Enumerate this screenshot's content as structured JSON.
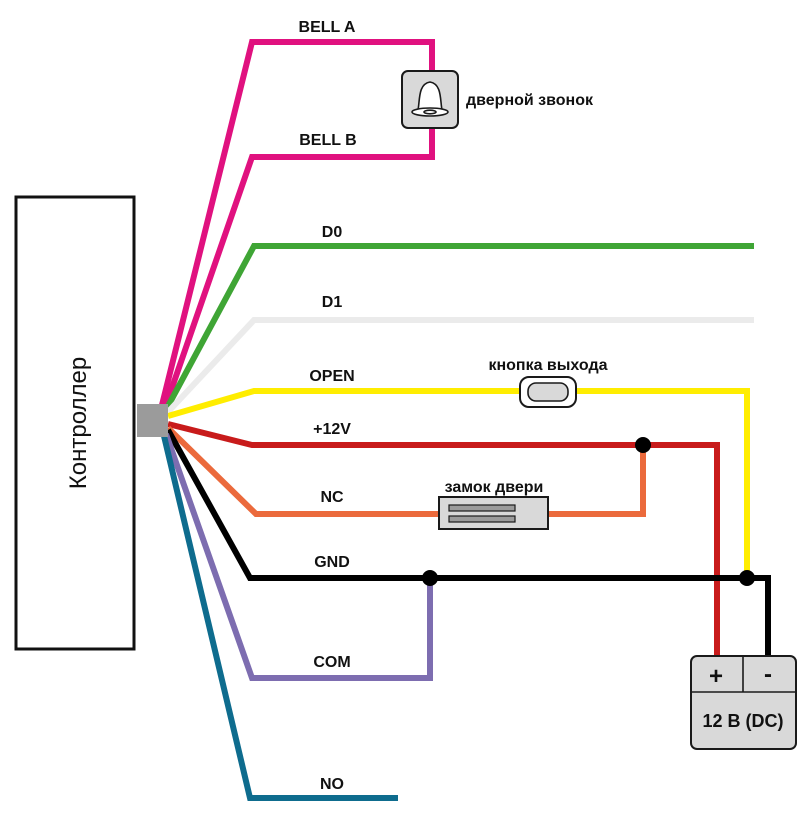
{
  "controller": {
    "label": "Контроллер"
  },
  "wires": [
    {
      "id": "bell-a",
      "label": "BELL A",
      "color": "#E0117F"
    },
    {
      "id": "bell-b",
      "label": "BELL B",
      "color": "#E0117F"
    },
    {
      "id": "d0",
      "label": "D0",
      "color": "#3FA535"
    },
    {
      "id": "d1",
      "label": "D1",
      "color": "#EBEBEB"
    },
    {
      "id": "open",
      "label": "OPEN",
      "color": "#FFED00"
    },
    {
      "id": "plus12v",
      "label": "+12V",
      "color": "#C81B1B"
    },
    {
      "id": "nc",
      "label": "NC",
      "color": "#EB6A3C"
    },
    {
      "id": "gnd",
      "label": "GND",
      "color": "#000000"
    },
    {
      "id": "com",
      "label": "COM",
      "color": "#7D6DB0"
    },
    {
      "id": "no",
      "label": "NO",
      "color": "#0E6C8E"
    }
  ],
  "devices": {
    "doorbell": {
      "label": "дверной звонок",
      "icon": "bell-icon"
    },
    "exit_button": {
      "label": "кнопка выхода",
      "icon": "push-button-icon"
    },
    "door_lock": {
      "label": "замок двери",
      "icon": "magnetic-lock-icon"
    },
    "power_supply": {
      "plus": "+",
      "minus": "-",
      "label": "12 В (DC)"
    }
  },
  "colors": {
    "connector": "#9B9B9B",
    "device_fill": "#D9D9D9",
    "outline": "#1A1A1A"
  }
}
